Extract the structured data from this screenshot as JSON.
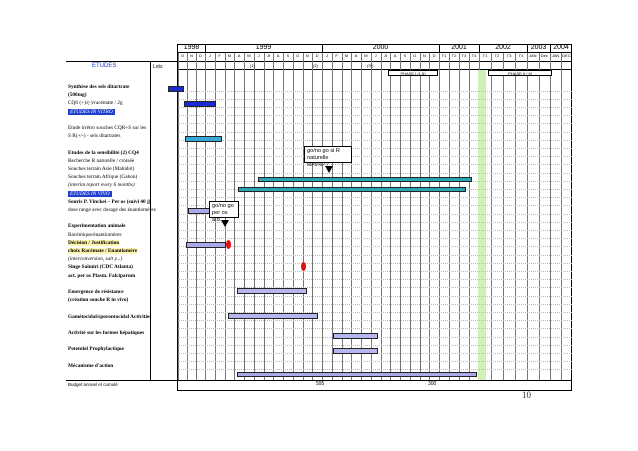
{
  "header": {
    "etudes_label": "ETUDES",
    "lots_label": "Lots",
    "years": [
      "1998",
      "1999",
      "2000",
      "2001",
      "2002",
      "2003",
      "2004"
    ],
    "months_1998": [
      "O",
      "N",
      "D"
    ],
    "months_1999": [
      "J",
      "F",
      "M",
      "A",
      "M",
      "J",
      "Jt",
      "A",
      "S",
      "O",
      "N",
      "D"
    ],
    "months_2000": [
      "J",
      "F",
      "M",
      "A",
      "M",
      "J",
      "Jt",
      "A",
      "S",
      "O",
      "N",
      "D"
    ],
    "quarters_2001": [
      "T1",
      "T2",
      "T3",
      "T4"
    ],
    "quarters_2002": [
      "T1",
      "T2",
      "T3",
      "T4"
    ],
    "sem_2003": [
      "JAN",
      "Dec"
    ],
    "sem_2004": [
      "JAN",
      "DEC"
    ],
    "lot_markers": [
      "(1)",
      "(2)",
      "(3*)"
    ]
  },
  "phases": {
    "phase_1": "PHASE I (1,5)",
    "phase_2": "PHASE II / III"
  },
  "tasks": [
    {
      "text": "Synthèse des sels ditartrate",
      "bold": true
    },
    {
      "text": "(500mg)",
      "bold": true
    },
    {
      "text": "CQ6 (+)/(-)/racémate / 2g",
      "bold": false
    },
    {
      "text": "ETUDES IN VITRO",
      "bold": false,
      "style": "vitro"
    },
    {
      "text": "",
      "bold": false
    },
    {
      "text": "Etude irrétro souches CQR+S sur les",
      "bold": false
    },
    {
      "text": "S R(+/-) - sels ditartrates",
      "bold": false
    },
    {
      "text": "",
      "bold": false
    },
    {
      "text": "Etudes de la sensibilité (2) CQ4",
      "bold": true
    },
    {
      "text": "Recherche R naturelle / croisée",
      "bold": false
    },
    {
      "text": "Souches terrain Asie (Mahidol)",
      "bold": false
    },
    {
      "text": "Souches terrain Afrique (Gabon)",
      "bold": false
    },
    {
      "text": "(interim report every 6 months)",
      "bold": false,
      "italic": true
    },
    {
      "text": "ETUDES IN VIVO",
      "bold": false,
      "style": "vitro"
    },
    {
      "text": "Souris P. Vinckei – Per os (suivi 40 j)",
      "bold": true
    },
    {
      "text": "dose range avec dosage des énantiomères",
      "bold": false
    },
    {
      "text": "",
      "bold": false
    },
    {
      "text": "Experimentation animale",
      "bold": true
    },
    {
      "text": "Racémique/énantiomères",
      "bold": false
    },
    {
      "text": "Décision / Justification",
      "bold": true,
      "highlight": true
    },
    {
      "text": "choix Racémate / Enantiomère",
      "bold": true,
      "highlight": true
    },
    {
      "text": "(interconversion, salt y...)",
      "bold": false,
      "italic": true
    },
    {
      "text": "Singe Saïmiri (CDC Atlanta)",
      "bold": true
    },
    {
      "text": "act. per os Plasm. Falciparum",
      "bold": true
    },
    {
      "text": "",
      "bold": false
    },
    {
      "text": "Emergence de résistance",
      "bold": true
    },
    {
      "text": "(création souche R in vivo)",
      "bold": true
    },
    {
      "text": "",
      "bold": false
    },
    {
      "text": "Gamétocidal/sporontocidal Activities",
      "bold": true
    },
    {
      "text": "",
      "bold": false
    },
    {
      "text": "Activité sur les formes hépatiques",
      "bold": true
    },
    {
      "text": "",
      "bold": false
    },
    {
      "text": "Potentiel Prophylactique",
      "bold": true
    },
    {
      "text": "",
      "bold": false
    },
    {
      "text": "Mécanisme d'action",
      "bold": true
    }
  ],
  "budget_label": "Budget annuel et cumulé",
  "budget_values": [
    "595",
    "300"
  ],
  "callouts": {
    "gonogo_1": "go/no go si R naturelle si>5%??",
    "gonogo_2": "go/no go per os a.d."
  },
  "page_number": "10"
}
